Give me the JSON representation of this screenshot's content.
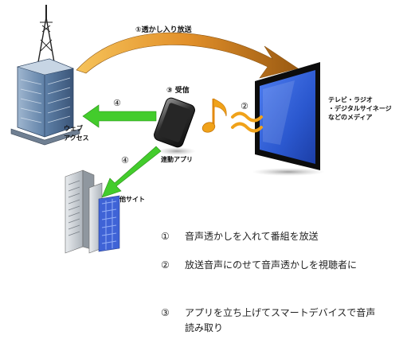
{
  "diagram": {
    "broadcast_label": "①透かし入り放送",
    "receive_label": "③ 受信",
    "sound_label": "②",
    "web_access_num": "④",
    "web_access_line1": "ウェブ",
    "web_access_line2": "アクセス",
    "other_site_num": "④",
    "other_site_label": "他サイト",
    "app_label": "連動アプリ",
    "tv_label_line1": "テレビ・ラジオ",
    "tv_label_line2": "・デジタルサイネージ",
    "tv_label_line3": "などのメディア"
  },
  "steps": [
    {
      "num": "①",
      "text": "音声透かしを入れて番組を放送"
    },
    {
      "num": "②",
      "text": "放送音声にのせて音声透かしを視聴者に"
    },
    {
      "num": "③",
      "text": "アプリを立ち上げてスマートデバイスで音声読み取り"
    }
  ],
  "colors": {
    "arc_orange": "#d98a1c",
    "arrow_green": "#43cc2c",
    "music_orange": "#f0a21a",
    "tv_screen": "#2f5fd8"
  }
}
